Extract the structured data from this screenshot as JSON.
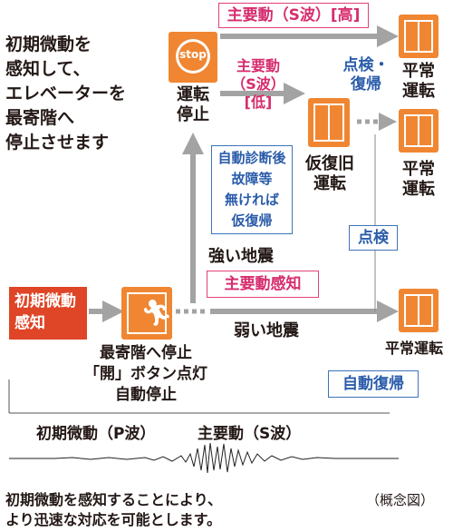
{
  "intro_text": "初期微動を\n感知して、\nエレベーターを\n最寄階へ\n停止させます",
  "trigger_box": "初期微動\n感知",
  "elevator_stop_label": "最寄階へ停止\n「開」ボタン点灯\n自動停止",
  "stop_sign_text": "stop",
  "operation_stop_label": "運転\n停止",
  "main_motion_high": "主要動（S波）[高]",
  "main_motion_low": "主要動\n（S波）[低]",
  "temp_recovery_label": "仮復旧\n運転",
  "inspect_restore_label": "点検・\n復帰",
  "normal_op_1": "平常\n運転",
  "normal_op_2": "平常\n運転",
  "normal_op_3": "平常運転",
  "self_diag_box": "自動診断後\n故障等\n無ければ\n仮復帰",
  "inspection_box": "点検",
  "strong_quake": "強い地震",
  "main_motion_detect": "主要動感知",
  "weak_quake": "弱い地震",
  "auto_restore_box": "自動復帰",
  "wave_label_p": "初期微動（P波）",
  "wave_label_s": "主要動（S波）",
  "concept_note": "（概念図）",
  "footer_text": "初期微動を感知することにより、\nより迅速な対応を可能とします。",
  "colors": {
    "arrow": "#a3a3a3",
    "elevator": "#f08632",
    "pink": "#e2407a",
    "blue": "#3d73b9",
    "red": "#df4527"
  }
}
